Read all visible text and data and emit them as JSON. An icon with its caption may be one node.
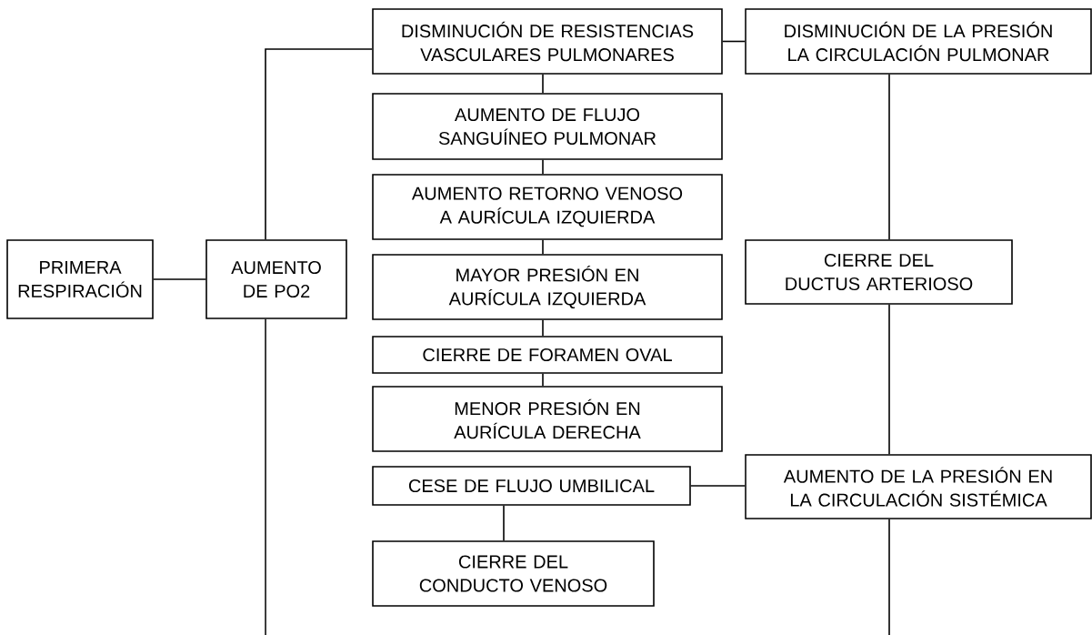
{
  "diagram": {
    "nodes": [
      {
        "text": [
          "PRIMERA RESPIRACIÓN"
        ]
      },
      {
        "text": [
          "AUMENTO DE PO2"
        ]
      },
      {
        "text": [
          "DISMINUCIÓN DE RESISTENCIAS VASCULARES PULMONARES"
        ]
      },
      {
        "text": [
          "DISMINUCIÓN DE LA PRESIÓN LA CIRCULACIÓN PULMONAR"
        ]
      },
      {
        "text": [
          "AUMENTO DE FLUJO SANGUÍNEO PULMONAR"
        ]
      },
      {
        "text": [
          "AUMENTO RETORNO VENOSO A AURÍCULA IZQUIERDA"
        ]
      },
      {
        "text": [
          "MAYOR PRESIÓN EN AURÍCULA IZQUIERDA"
        ]
      },
      {
        "text": [
          "CIERRE DE FORAMEN OVAL"
        ]
      },
      {
        "text": [
          "MENOR PRESIÓN EN AURÍCULA DERECHA"
        ]
      },
      {
        "text": [
          "CIERRE DEL DUCTUS ARTERIOSO"
        ]
      },
      {
        "text": [
          "CESE DE FLUJO UMBILICAL"
        ]
      },
      {
        "text": [
          "AUMENTO DE LA PRESIÓN EN LA CIRCULACIÓN SISTÉMICA"
        ]
      },
      {
        "text": [
          "CIERRE DEL CONDUCTO VENOSO"
        ]
      }
    ],
    "edges": [
      {
        "from": 0,
        "to": 1,
        "arrow": "none"
      },
      {
        "from": 1,
        "to": 2,
        "arrow": "none"
      },
      {
        "from": 1,
        "to": null,
        "arrow": "none"
      },
      {
        "from": 2,
        "to": 3,
        "arrow": "none"
      },
      {
        "from": 2,
        "to": 4,
        "arrow": "none"
      },
      {
        "from": 4,
        "to": 5,
        "arrow": "none"
      },
      {
        "from": 5,
        "to": 6,
        "arrow": "none"
      },
      {
        "from": 6,
        "to": 7,
        "arrow": "none"
      },
      {
        "from": 7,
        "to": 8,
        "arrow": "none"
      },
      {
        "from": 3,
        "to": 9,
        "arrow": "none"
      },
      {
        "from": 9,
        "to": 11,
        "arrow": "none"
      },
      {
        "from": 10,
        "to": 11,
        "arrow": "none"
      },
      {
        "from": 10,
        "to": 12,
        "arrow": "none"
      },
      {
        "from": 11,
        "to": null,
        "arrow": "none"
      }
    ]
  }
}
